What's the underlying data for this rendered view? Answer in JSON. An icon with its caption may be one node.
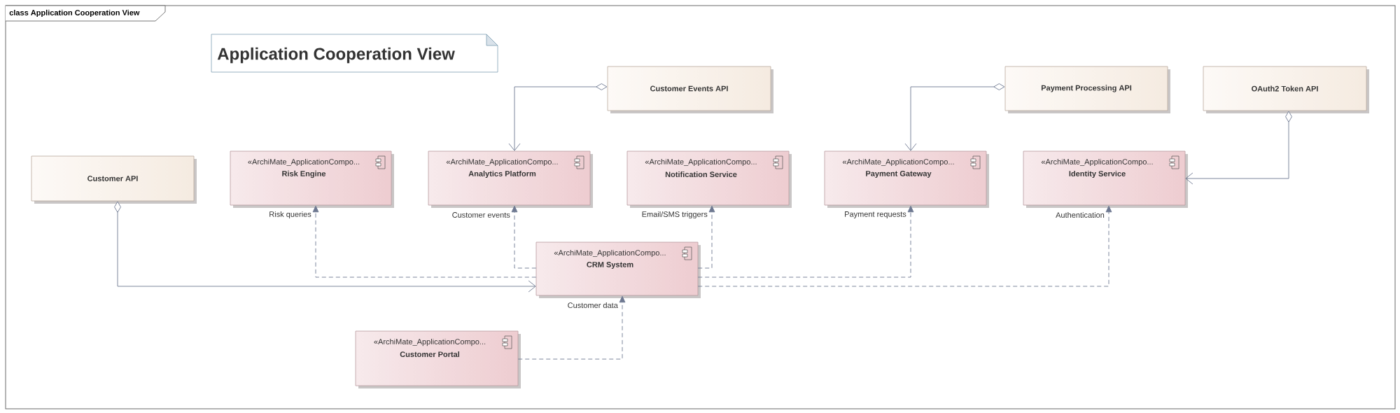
{
  "diagram": {
    "nodes": [
      {
        "text": [
          "class Application Cooperation View"
        ]
      },
      {
        "text": [
          "Application Cooperation View"
        ],
        "in": 0
      },
      {
        "text": [
          "Customer Events API"
        ],
        "in": 0
      },
      {
        "text": [
          "Payment Processing API"
        ],
        "in": 0
      },
      {
        "text": [
          "OAuth2 Token API"
        ],
        "in": 0
      },
      {
        "text": [
          "Customer API"
        ],
        "in": 0
      },
      {
        "text": [
          "«ArchiMate_ApplicationCompo...",
          "Risk Engine"
        ],
        "in": 0
      },
      {
        "text": [
          "«ArchiMate_ApplicationCompo...",
          "Analytics Platform"
        ],
        "in": 0
      },
      {
        "text": [
          "«ArchiMate_ApplicationCompo...",
          "Notification Service"
        ],
        "in": 0
      },
      {
        "text": [
          "«ArchiMate_ApplicationCompo...",
          "Payment Gateway"
        ],
        "in": 0
      },
      {
        "text": [
          "«ArchiMate_ApplicationCompo...",
          "Identity Service"
        ],
        "in": 0
      },
      {
        "text": [
          "«ArchiMate_ApplicationCompo...",
          "CRM System"
        ],
        "in": 0
      },
      {
        "text": [
          "«ArchiMate_ApplicationCompo...",
          "Customer Portal"
        ],
        "in": 0
      }
    ],
    "edges": [
      {
        "from": 5,
        "to": 11,
        "arrow": "to"
      },
      {
        "from": 2,
        "to": 7,
        "arrow": "to"
      },
      {
        "from": 3,
        "to": 9,
        "arrow": "to"
      },
      {
        "from": 4,
        "to": 10,
        "arrow": "to"
      },
      {
        "from": 11,
        "to": 6,
        "arrow": "to",
        "style": "dashed",
        "label": "Risk queries"
      },
      {
        "from": 11,
        "to": 7,
        "arrow": "to",
        "style": "dashed",
        "label": "Customer events"
      },
      {
        "from": 11,
        "to": 8,
        "arrow": "to",
        "style": "dashed",
        "label": "Email/SMS triggers"
      },
      {
        "from": 11,
        "to": 9,
        "arrow": "to",
        "style": "dashed",
        "label": "Payment requests"
      },
      {
        "from": 11,
        "to": 10,
        "arrow": "to",
        "style": "dashed",
        "label": "Authentication"
      },
      {
        "from": 12,
        "to": 11,
        "arrow": "to",
        "style": "dashed",
        "label": "Customer data"
      }
    ]
  }
}
